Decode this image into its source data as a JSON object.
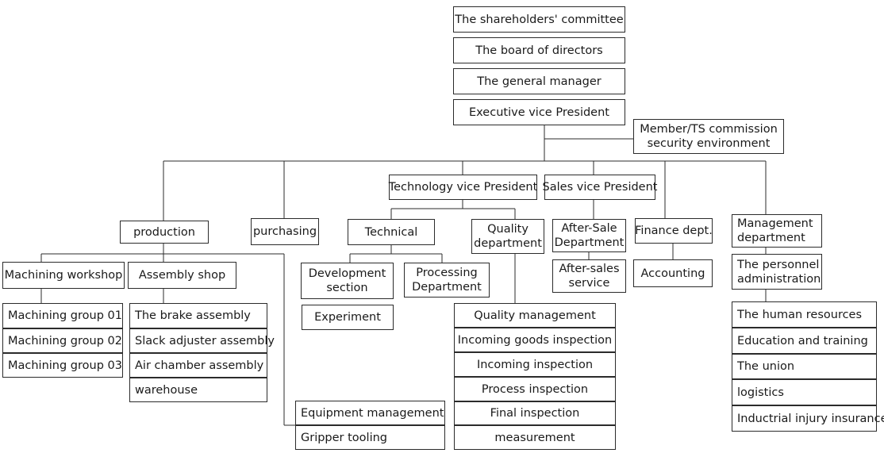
{
  "org": {
    "shareholders": "The shareholders' committee",
    "board": "The board of directors",
    "general_manager": "The general manager",
    "exec_vp": "Executive vice President",
    "member_ts": "Member/TS commission security environment",
    "production": "production",
    "purchasing": "purchasing",
    "tech_vp": "Technology vice President",
    "sales_vp": "Sales vice President",
    "technical": "Technical",
    "quality_dept": "Quality department",
    "after_sale_dept": "After-Sale Department",
    "finance": "Finance dept.",
    "management": "Management department",
    "machining_workshop": "Machining workshop",
    "assembly_shop": "Assembly shop",
    "development": "Development section",
    "processing": "Processing Department",
    "after_sales_service": "After-sales service",
    "accounting": "Accounting",
    "personnel": "The personnel administration",
    "experiment": "Experiment",
    "machining_groups": [
      "Machining group 01",
      "Machining group 02",
      "Machining group 03"
    ],
    "assembly_items": [
      "The brake assembly",
      "Slack adjuster assembly",
      "Air chamber assembly",
      "warehouse"
    ],
    "equipment_items": [
      "Equipment management",
      "Gripper tooling"
    ],
    "quality_items": [
      "Quality management",
      "Incoming goods inspection",
      "Incoming inspection",
      "Process inspection",
      "Final inspection",
      "measurement"
    ],
    "hr_items": [
      "The human resources",
      "Education and training",
      "The union",
      "logistics",
      "Inductrial injury insurance"
    ]
  }
}
